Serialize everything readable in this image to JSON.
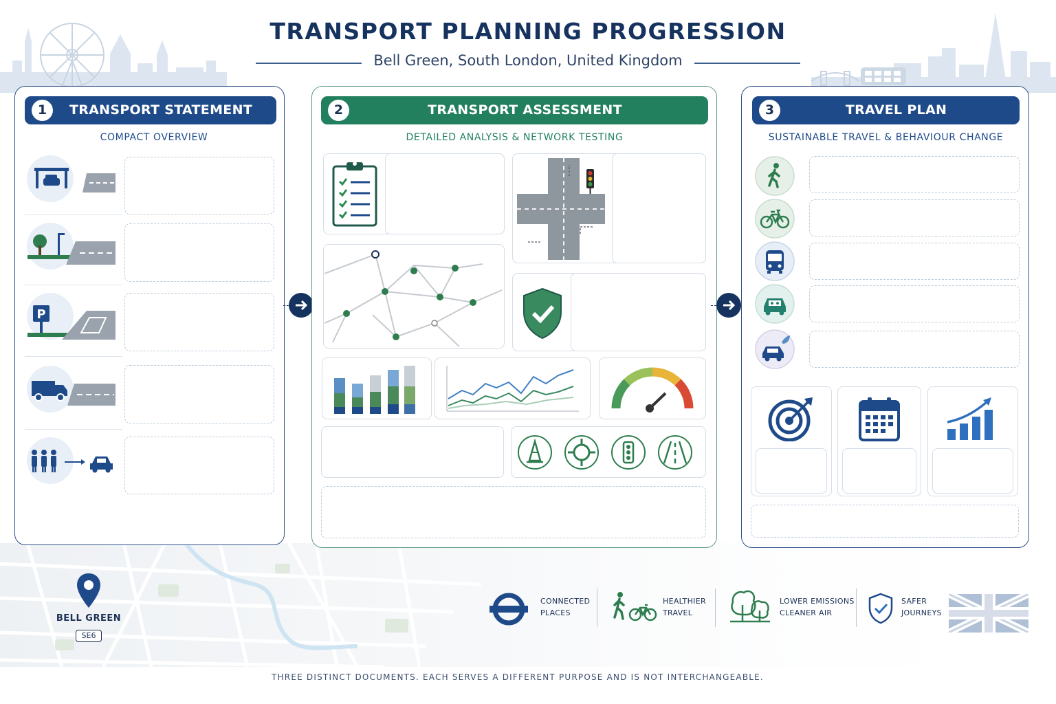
{
  "header": {
    "title": "TRANSPORT PLANNING PROGRESSION",
    "subtitle": "Bell Green, South London, United Kingdom"
  },
  "panels": [
    {
      "number": "1",
      "title": "TRANSPORT STATEMENT",
      "tagline": "COMPACT OVERVIEW",
      "icons": [
        "car-access-icon",
        "street-road-icon",
        "parking-icon",
        "delivery-truck-icon",
        "people-to-car-icon"
      ]
    },
    {
      "number": "2",
      "title": "TRANSPORT ASSESSMENT",
      "tagline": "DETAILED ANALYSIS & NETWORK TESTING",
      "icons": [
        "checklist-icon",
        "junction-icon",
        "network-map-icon",
        "safety-shield-icon",
        "bar-chart-icon",
        "line-chart-icon",
        "gauge-icon",
        "traffic-cone-icon",
        "roundabout-icon",
        "traffic-light-icon",
        "road-lanes-icon"
      ]
    },
    {
      "number": "3",
      "title": "TRAVEL PLAN",
      "tagline": "SUSTAINABLE TRAVEL & BEHAVIOUR CHANGE",
      "icons": [
        "walking-icon",
        "bicycle-icon",
        "bus-icon",
        "car-share-icon",
        "electric-car-icon",
        "target-icon",
        "calendar-icon",
        "growth-chart-icon"
      ]
    }
  ],
  "location": {
    "name": "BELL GREEN",
    "postcode": "SE6"
  },
  "benefits": [
    {
      "line1": "CONNECTED",
      "line2": "PLACES",
      "icon": "roundel-icon"
    },
    {
      "line1": "HEALTHIER",
      "line2": "TRAVEL",
      "icon": "walk-cycle-icon"
    },
    {
      "line1": "LOWER EMISSIONS",
      "line2": "CLEANER AIR",
      "icon": "trees-icon"
    },
    {
      "line1": "SAFER",
      "line2": "JOURNEYS",
      "icon": "shield-check-icon"
    }
  ],
  "footer": {
    "note": "THREE DISTINCT DOCUMENTS. EACH SERVES A DIFFERENT PURPOSE AND IS NOT INTERCHANGEABLE."
  },
  "colors": {
    "navy": "#1f4a8a",
    "green": "#23805f",
    "dark": "#16335f"
  }
}
